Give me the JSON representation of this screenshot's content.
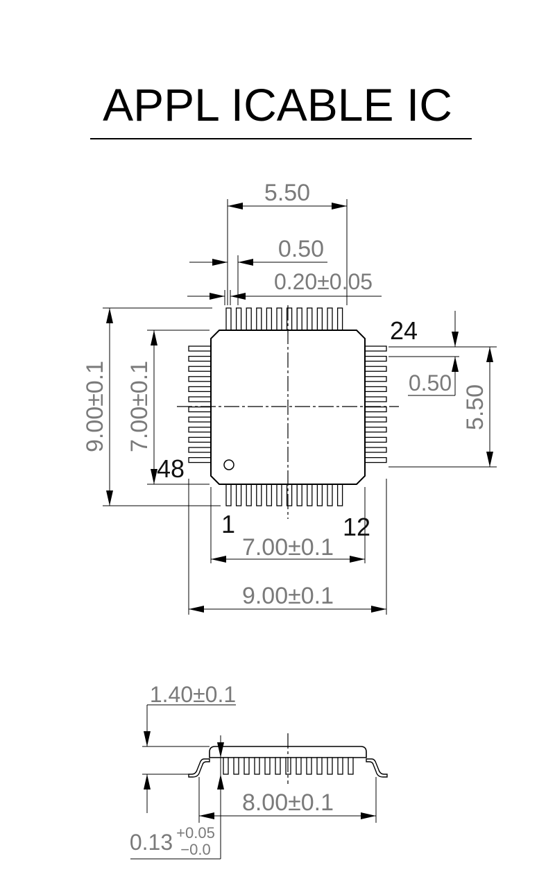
{
  "title": "APPL ICABLE IC",
  "top_view": {
    "dims": {
      "pitch_group_width": "5.50",
      "lead_pitch": "0.50",
      "lead_width": "0.20±0.05",
      "right_pitch_group": "5.50",
      "right_pitch": "0.50",
      "overall_height": "9.00±0.1",
      "body_height": "7.00±0.1",
      "body_width": "7.00±0.1",
      "overall_width": "9.00±0.1"
    },
    "pins": {
      "p1": "1",
      "p12": "12",
      "p24": "24",
      "p48": "48"
    }
  },
  "side_view": {
    "dims": {
      "height": "1.40±0.1",
      "span": "8.00±0.1",
      "standoff_base": "0.13",
      "standoff_plus": "+0.05",
      "standoff_minus": "−0.0"
    }
  },
  "colors": {
    "outline": "#000000",
    "dimension": "#7a7a7a"
  }
}
